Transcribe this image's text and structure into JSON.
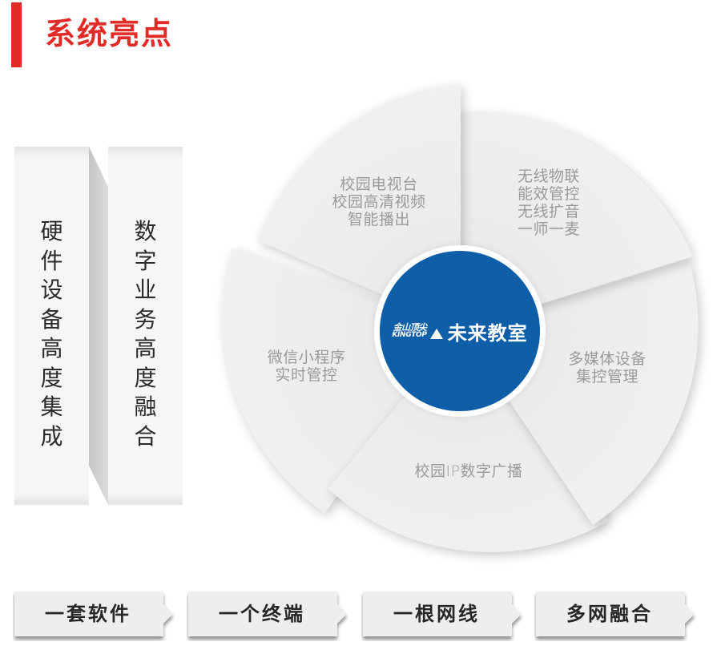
{
  "header": {
    "title": "系统亮点",
    "accent_color": "#e02b27"
  },
  "panels": [
    {
      "label": "硬件设备高度集成",
      "chars": [
        "硬",
        "件",
        "设",
        "备",
        "高",
        "度",
        "集",
        "成"
      ]
    },
    {
      "label": "数字业务高度融合",
      "chars": [
        "数",
        "字",
        "业",
        "务",
        "高",
        "度",
        "融",
        "合"
      ]
    }
  ],
  "wheel": {
    "center": {
      "brand_cn": "金山顶尖",
      "brand_en": "KINGTOP",
      "product": "未来教室",
      "color": "#0f5fa8"
    },
    "petals": [
      {
        "id": "campus-tv",
        "lines": [
          "校园电视台",
          "校园高清视频",
          "智能播出"
        ]
      },
      {
        "id": "wireless-iot",
        "lines": [
          "无线物联",
          "能效管控",
          "无线扩音",
          "一师一麦"
        ]
      },
      {
        "id": "multimedia",
        "lines": [
          "多媒体设备",
          "集控管理"
        ]
      },
      {
        "id": "ip-broadcast",
        "lines": [
          "校园IP数字广播"
        ]
      },
      {
        "id": "wechat",
        "lines": [
          "微信小程序",
          "实时管控"
        ]
      }
    ]
  },
  "tags": [
    {
      "label": "一套软件"
    },
    {
      "label": "一个终端"
    },
    {
      "label": "一根网线"
    },
    {
      "label": "多网融合"
    }
  ]
}
